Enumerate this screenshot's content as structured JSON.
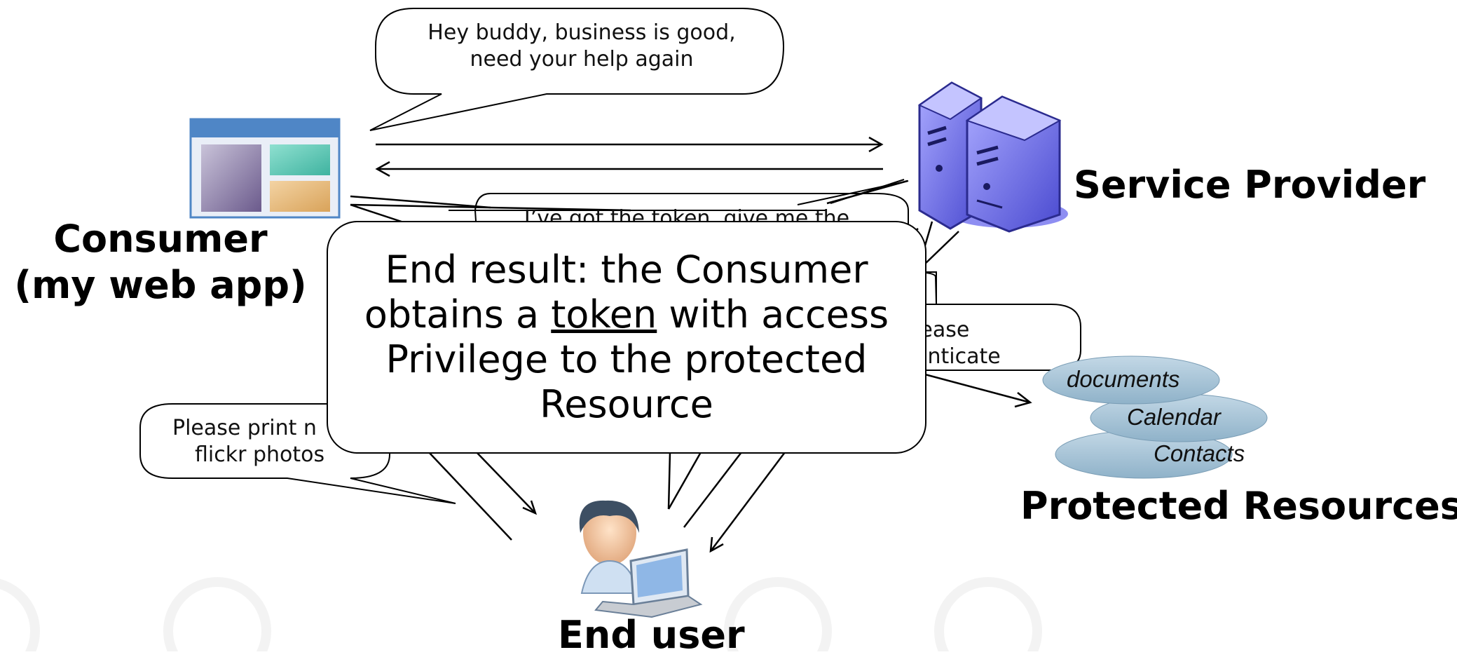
{
  "labels": {
    "consumer": "Consumer",
    "consumer_sub": "(my web app)",
    "service_provider": "Service Provider",
    "protected_resources": "Protected Resources",
    "end_user": "End user"
  },
  "bubbles": {
    "consumer_to_provider": [
      "Hey buddy, business is good,",
      "need your help again"
    ],
    "token_request": "I’ve got the token, give me the",
    "authenticate": [
      "Please",
      "henticate"
    ],
    "user_request": [
      "Please print n",
      "flickr photos"
    ]
  },
  "resources": [
    "documents",
    "Calendar",
    "Contacts"
  ],
  "callout": {
    "line1": "End result: the Consumer",
    "line2_before": "obtains a ",
    "line2_token": "token",
    "line2_after": " with access",
    "line3": "Privilege to the protected",
    "line4": "Resource"
  },
  "colors": {
    "resource_fill": "#9fbfd3",
    "server_fill": "#6f6fe0",
    "window_title": "#4f86c6"
  },
  "icons": [
    "browser-window-icon",
    "server-icon",
    "user-laptop-icon"
  ]
}
